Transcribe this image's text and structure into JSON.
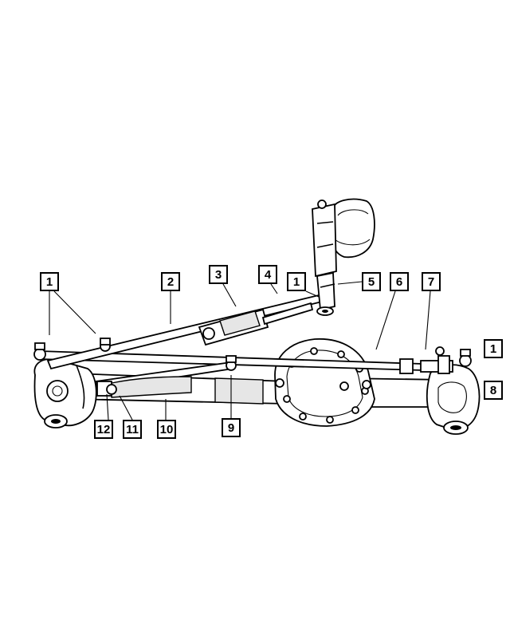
{
  "callouts": [
    {
      "id": "c1a",
      "label": "1"
    },
    {
      "id": "c2",
      "label": "2"
    },
    {
      "id": "c3",
      "label": "3"
    },
    {
      "id": "c4",
      "label": "4"
    },
    {
      "id": "c1b",
      "label": "1"
    },
    {
      "id": "c5",
      "label": "5"
    },
    {
      "id": "c6",
      "label": "6"
    },
    {
      "id": "c7",
      "label": "7"
    },
    {
      "id": "c1c",
      "label": "1"
    },
    {
      "id": "c8",
      "label": "8"
    },
    {
      "id": "c12",
      "label": "12"
    },
    {
      "id": "c11",
      "label": "11"
    },
    {
      "id": "c10",
      "label": "10"
    },
    {
      "id": "c9",
      "label": "9"
    }
  ],
  "colors": {
    "line": "#000000",
    "background": "#ffffff",
    "shade": "#e6e6e6"
  }
}
